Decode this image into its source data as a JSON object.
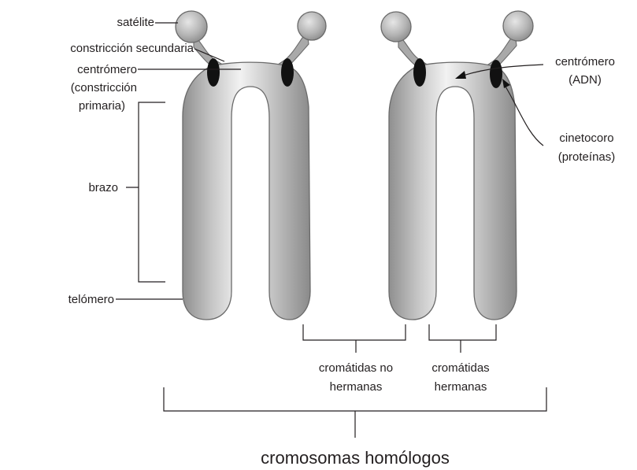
{
  "labels": {
    "satellite": "satélite",
    "secondary_constriction": "constricción secundaria",
    "centromere_left_line1": "centrómero",
    "centromere_left_line2": "(constricción",
    "centromere_left_line3": "primaria)",
    "arm": "brazo",
    "telomere": "telómero",
    "centromere_right_line1": "centrómero",
    "centromere_right_line2": "(ADN)",
    "kinetochore_line1": "cinetocoro",
    "kinetochore_line2": "(proteínas)",
    "non_sister_line1": "cromátidas no",
    "non_sister_line2": "hermanas",
    "sister_line1": "cromátidas",
    "sister_line2": "hermanas",
    "homologous": "cromosomas homólogos"
  },
  "colors": {
    "chromatid_light": "#eeeeee",
    "chromatid_dark": "#8a8a8a",
    "kinetochore": "#111111",
    "text": "#231f20"
  }
}
